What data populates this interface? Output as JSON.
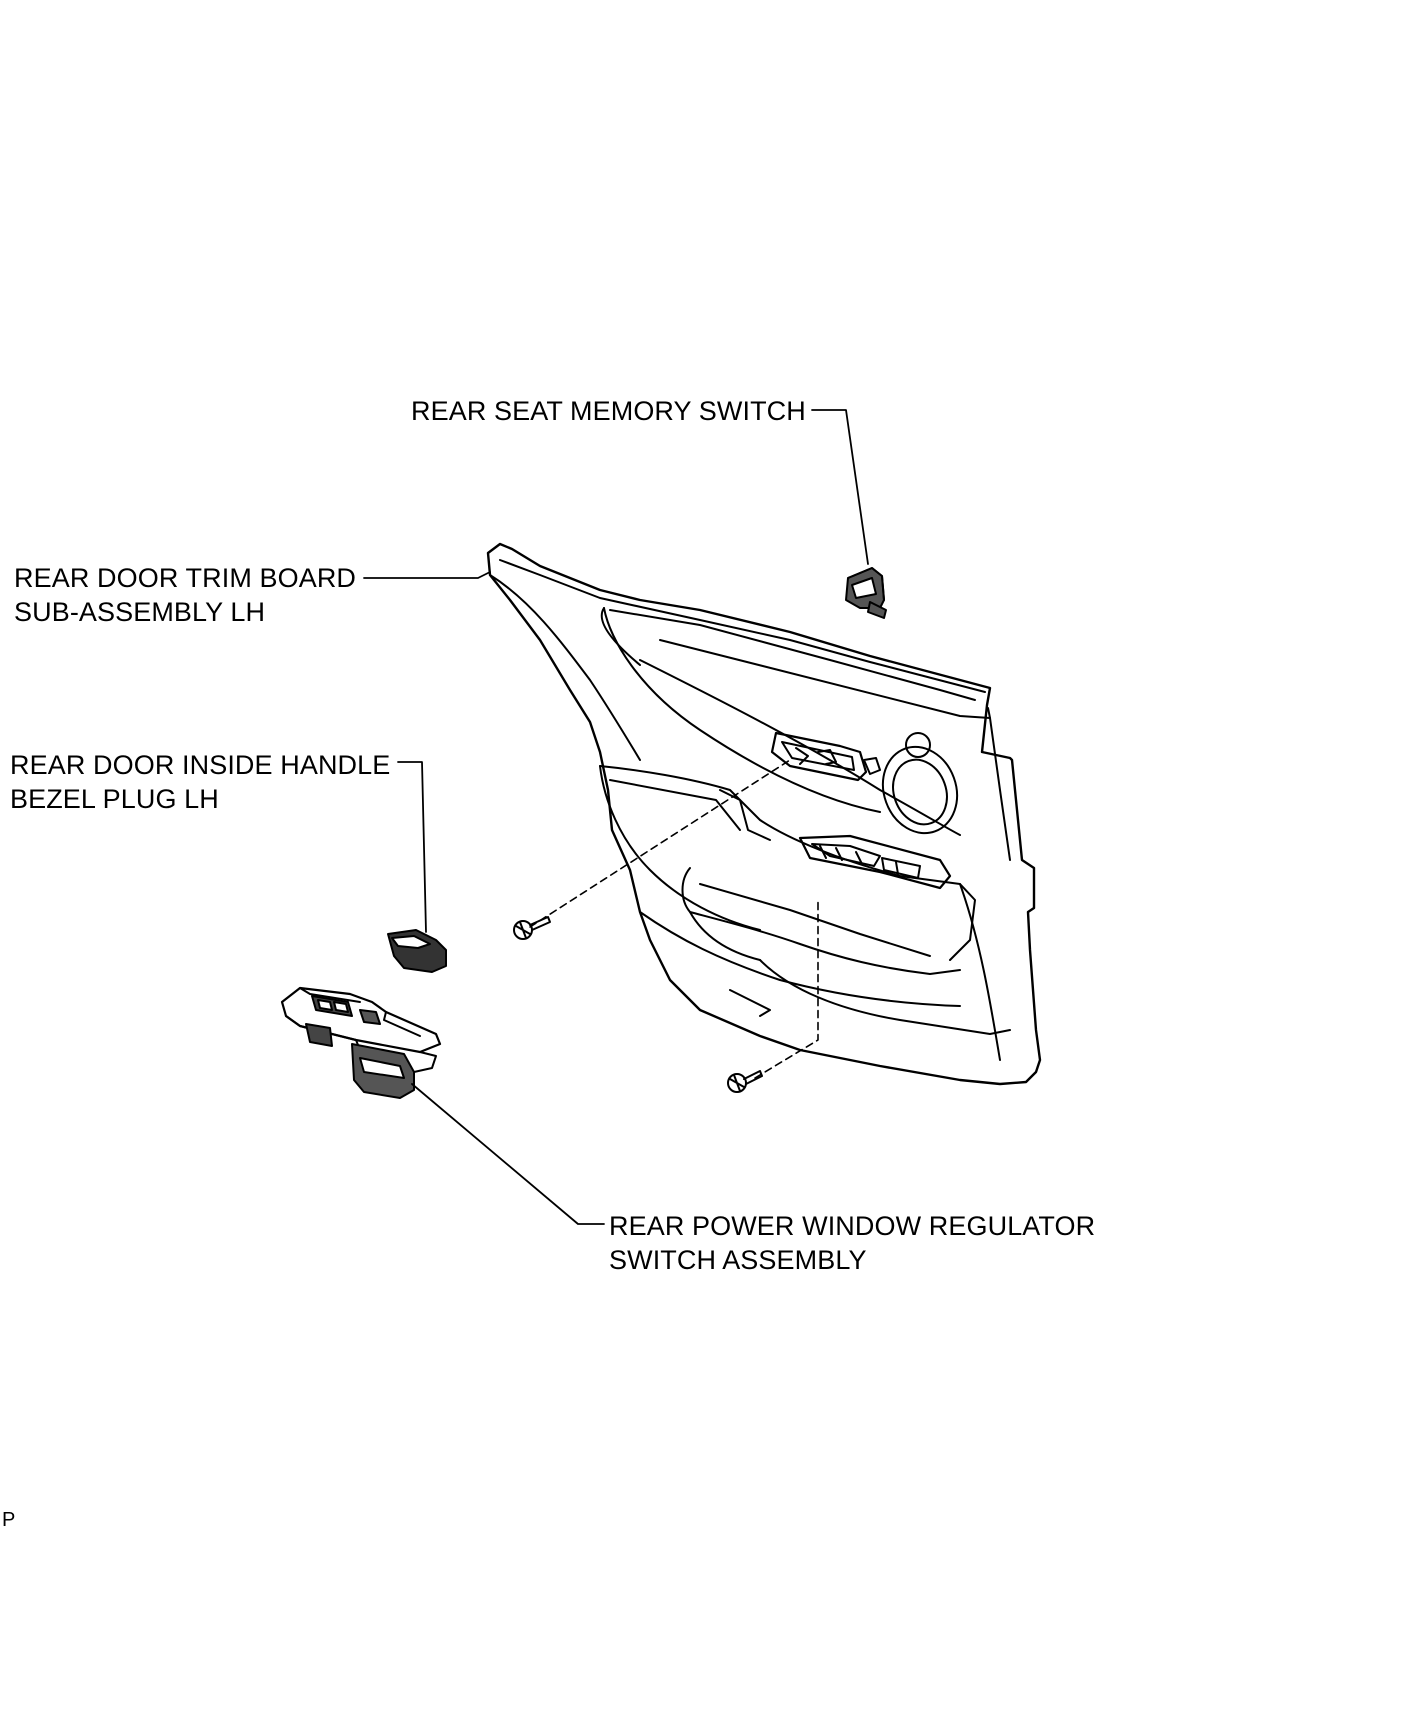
{
  "colors": {
    "ink": "#000000",
    "background": "#ffffff",
    "part_shade": "#555555"
  },
  "labels": {
    "memory_switch": "REAR SEAT MEMORY SWITCH",
    "trim_board": [
      "REAR DOOR TRIM BOARD",
      "SUB-ASSEMBLY LH"
    ],
    "bezel_plug": [
      "REAR DOOR INSIDE HANDLE",
      "BEZEL PLUG LH"
    ],
    "window_switch": [
      "REAR POWER WINDOW REGULATOR",
      "SWITCH ASSEMBLY"
    ]
  },
  "figure_code": "P"
}
